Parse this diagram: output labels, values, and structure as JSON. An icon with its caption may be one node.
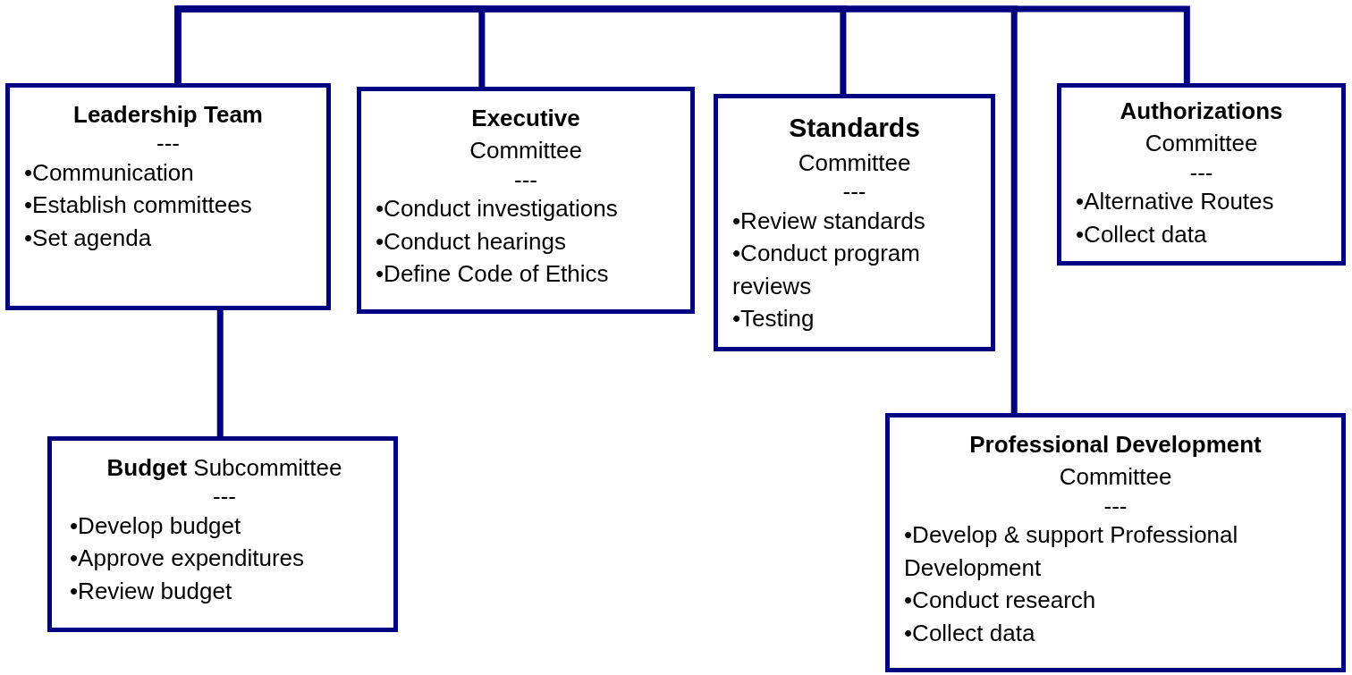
{
  "diagram": {
    "nodes": [
      {
        "text": [
          "Leadership Team",
          "---",
          "•Communication",
          "•Establish committees",
          "•Set agenda"
        ]
      },
      {
        "text": [
          "Executive",
          "Committee",
          "---",
          "•Conduct investigations",
          "•Conduct hearings",
          "•Define Code of Ethics"
        ]
      },
      {
        "text": [
          "Standards",
          "Committee",
          "---",
          "•Review standards",
          "•Conduct program reviews",
          "•Testing"
        ]
      },
      {
        "text": [
          "Authorizations",
          "Committee",
          "---",
          "•Alternative Routes",
          "•Collect data"
        ]
      },
      {
        "text": [
          "**Budget** Subcommittee",
          "---",
          "•Develop budget",
          "•Approve expenditures",
          "•Review budget"
        ]
      },
      {
        "text": [
          "Professional Development",
          "Committee",
          "---",
          "•Develop & support Professional Development",
          "•Conduct research",
          "•Collect data"
        ]
      }
    ],
    "edges": [
      {
        "from": 0,
        "to": 1,
        "arrow": "none"
      },
      {
        "from": 0,
        "to": 2,
        "arrow": "none"
      },
      {
        "from": 0,
        "to": 5,
        "arrow": "none"
      },
      {
        "from": 0,
        "to": 3,
        "arrow": "none"
      },
      {
        "from": 0,
        "to": 4,
        "arrow": "none"
      }
    ]
  }
}
